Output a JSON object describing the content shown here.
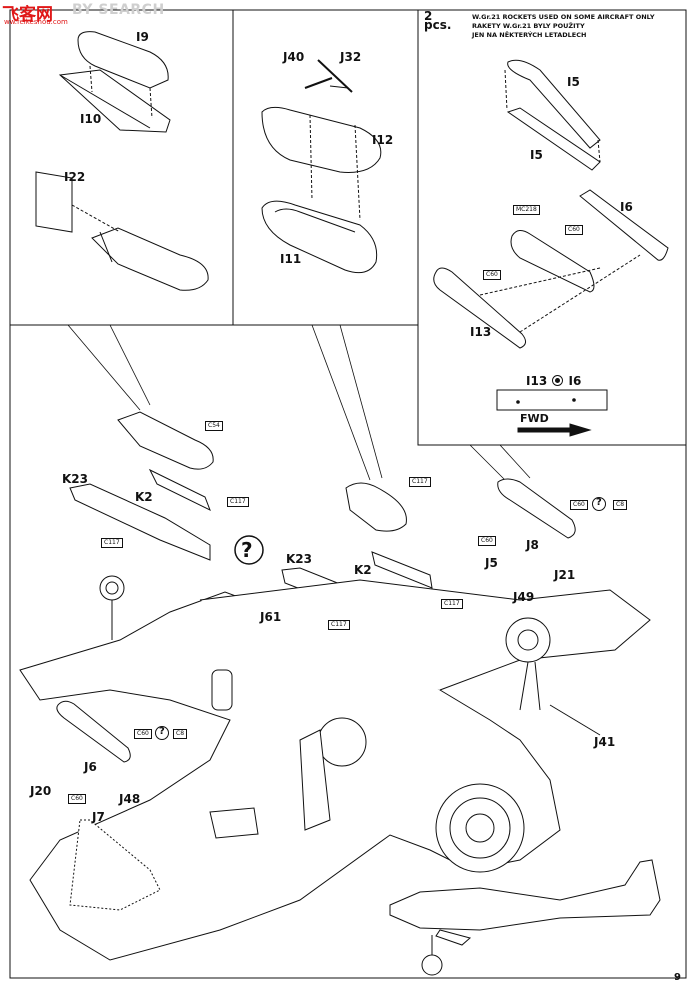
{
  "watermark": {
    "chinese": "飞客网",
    "english": "BY SEARCH",
    "url": "ww.feikeshou.com"
  },
  "page_number": "9",
  "rocket_note": {
    "count": "2 pcs.",
    "lines": [
      "W.Gr.21 ROCKETS USED ON SOME AIRCRAFT ONLY",
      "RAKETY W.Gr.21 BYLY POUŽITY",
      "JEN NA NĚKTERÝCH LETADLECH"
    ]
  },
  "parts": {
    "i9": "I9",
    "i10": "I10",
    "i22": "I22",
    "j40": "J40",
    "j32": "J32",
    "i12": "I12",
    "i11": "I11",
    "i5a": "I5",
    "i5b": "I5",
    "i6": "I6",
    "i13": "I13",
    "k23a": "K23",
    "k2a": "K2",
    "k23b": "K23",
    "k2b": "K2",
    "j61": "J61",
    "j8": "J8",
    "j5": "J5",
    "j21": "J21",
    "j49": "J49",
    "j41": "J41",
    "j6": "J6",
    "j20": "J20",
    "j48": "J48",
    "j7": "J7"
  },
  "color_tags": {
    "mc218": "MC218",
    "c60a": "C60",
    "c60b": "C60",
    "c54": "C54",
    "c117a": "C117",
    "c117b": "C117",
    "c117c": "C117",
    "c117d": "C117",
    "c117e": "C117",
    "c60c": "C60",
    "c8a": "C8",
    "c60d": "C60",
    "c60e": "C60",
    "c8b": "C8",
    "c60f": "C60"
  },
  "assembly_note": {
    "part_a": "I13",
    "part_b": "I6"
  },
  "direction_label": "FWD",
  "uncertain_symbol": "?",
  "colors": {
    "line": "#111111",
    "watermark_red": "#e01818",
    "watermark_grey": "#cfcfcf"
  }
}
